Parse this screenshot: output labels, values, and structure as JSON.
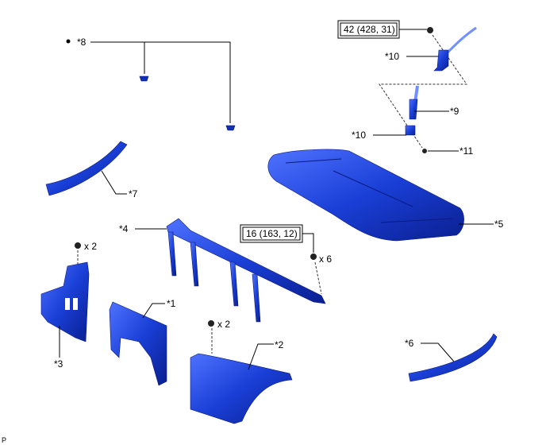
{
  "diagram": {
    "callouts": {
      "c1": "*1",
      "c2": "*2",
      "c3": "*3",
      "c4": "*4",
      "c5": "*5",
      "c6": "*6",
      "c7": "*7",
      "c8": "*8",
      "c9": "*9",
      "c10a": "*10",
      "c10b": "*10",
      "c11": "*11"
    },
    "torque": {
      "bolt_upper": "42 (428, 31)",
      "bolt_frame": "16 (163, 12)"
    },
    "quantities": {
      "q3": "x 2",
      "q2": "x 2",
      "q4": "x 6"
    },
    "footer_code": "P",
    "colors": {
      "part": "#1a3fd6",
      "part_dark": "#0a1a80"
    }
  }
}
